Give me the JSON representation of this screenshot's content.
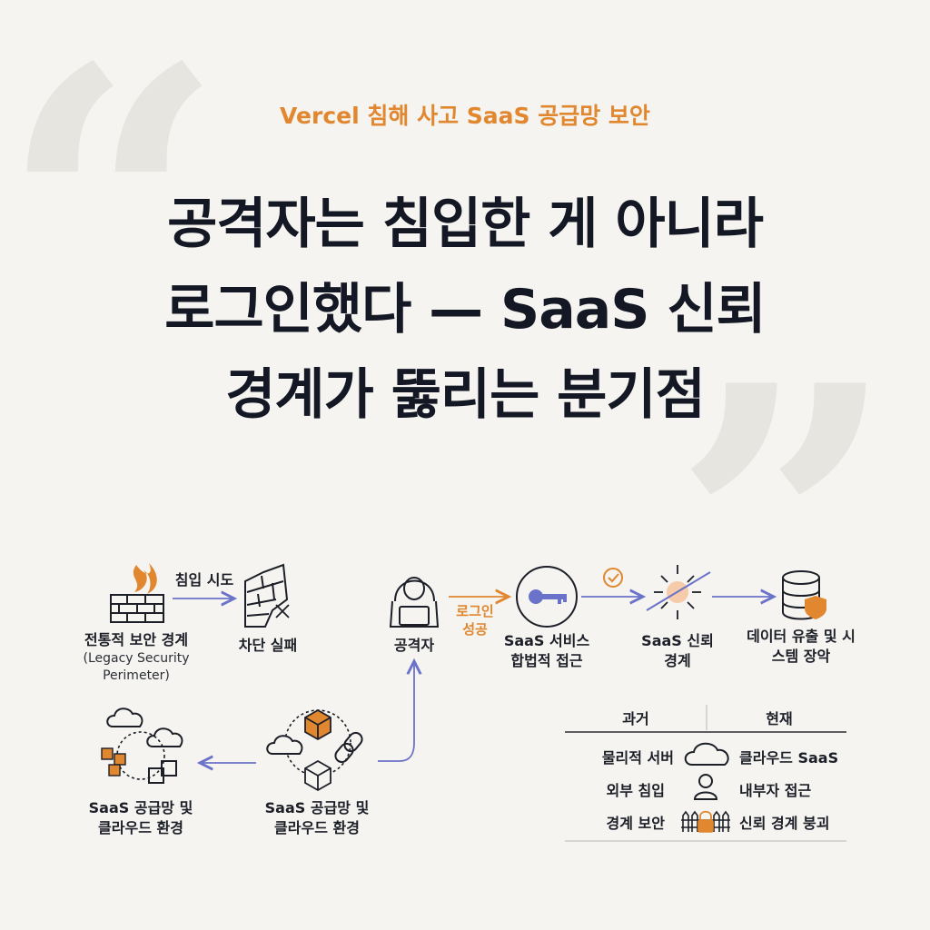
{
  "header": {
    "subtitle": "Vercel 침해 사고 SaaS 공급망 보안",
    "headline_lines": [
      "공격자는 침입한 게 아니라",
      "로그인했다 — SaaS 신뢰",
      "경계가 뚫리는 분기점"
    ]
  },
  "diagram": {
    "legacy_label": "전통적 보안 경계",
    "legacy_sub": "(Legacy Security Perimeter)",
    "intrusion_attempt": "침입 시도",
    "blocked_label": "차단 실패",
    "attacker_label": "공격자",
    "login_success": "로그인 성공",
    "saas_service_label": "SaaS 서비스 합법적 접근",
    "trust_boundary_label": "SaaS 신뢰 경계",
    "data_breach_label": "데이터 유출 및 시스템 장악",
    "supply_chain_left": "SaaS 공급망 및 클라우드 환경",
    "supply_chain_right": "SaaS 공급망 및 클라우드 환경"
  },
  "comparison": {
    "past_header": "과거",
    "present_header": "현재",
    "rows": [
      {
        "past": "물리적 서버",
        "present": "클라우드 SaaS",
        "icon": "cloud-icon"
      },
      {
        "past": "외부 침입",
        "present": "내부자 접근",
        "icon": "user-icon"
      },
      {
        "past": "경계 보안",
        "present": "신뢰 경계 붕괴",
        "icon": "fence-lock-icon"
      }
    ]
  },
  "colors": {
    "accent_orange": "#e0872f",
    "arrow_blue": "#6b72c9",
    "text_dark": "#141824",
    "background": "#f5f4f0"
  }
}
